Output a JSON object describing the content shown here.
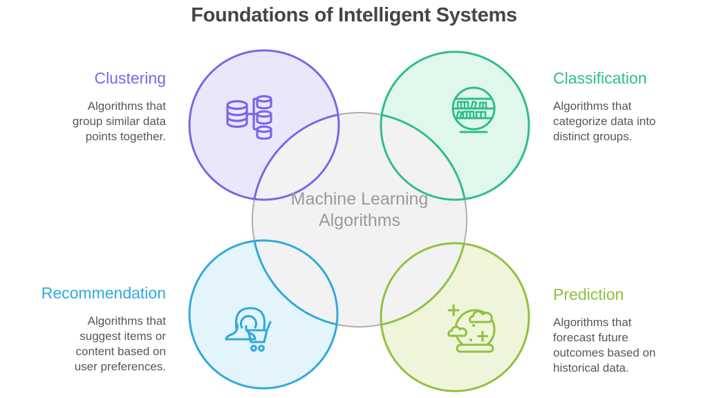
{
  "title": "Foundations of Intelligent Systems",
  "center_label": "Machine Learning Algorithms",
  "palette": {
    "clustering_stroke": "#7c63ea",
    "clustering_fill": "#ebe7fb",
    "classification_stroke": "#2dbe87",
    "classification_fill": "#e1f7ec",
    "recommendation_stroke": "#2fa9dc",
    "recommendation_fill": "#e3f4fb",
    "prediction_stroke": "#8fc13f",
    "prediction_fill": "#eff5da",
    "hub_stroke": "#adadad",
    "hub_fill": "#f2f2f2",
    "title_color": "#454547",
    "body_text_color": "#55565a",
    "center_text_color": "#9a9a9c"
  },
  "categories": [
    {
      "id": "clustering",
      "label": "Clustering",
      "description": "Algorithms that group similar data points together.",
      "color": "#7c63ea",
      "icon": "database-cluster-icon",
      "position": "top-left"
    },
    {
      "id": "classification",
      "label": "Classification",
      "description": "Algorithms that categorize data into distinct groups.",
      "color": "#2dbe87",
      "icon": "sphere-bookshelf-icon",
      "position": "top-right"
    },
    {
      "id": "recommendation",
      "label": "Recommendation",
      "description": "Algorithms that suggest items or content based on user preferences.",
      "color": "#2fa9dc",
      "icon": "shopper-cart-icon",
      "position": "bottom-left"
    },
    {
      "id": "prediction",
      "label": "Prediction",
      "description": "Algorithms that forecast future outcomes based on historical data.",
      "color": "#8fc13f",
      "icon": "crystal-ball-icon",
      "position": "bottom-right"
    }
  ]
}
